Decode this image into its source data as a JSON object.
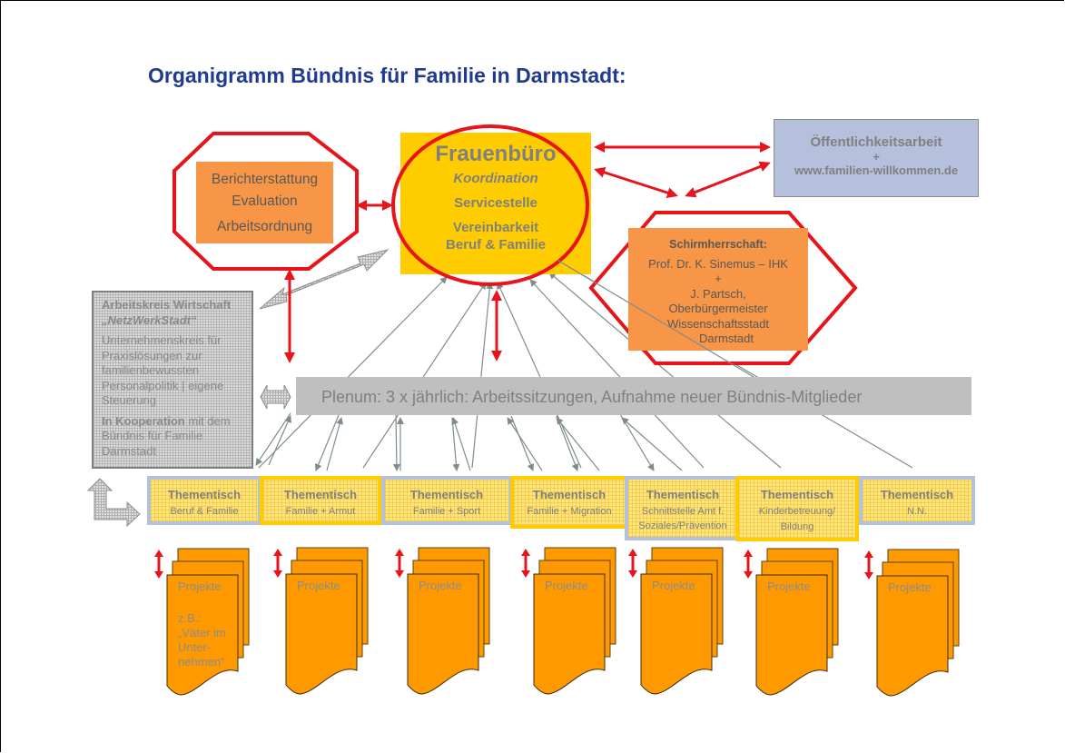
{
  "title": "Organigramm Bündnis für Familie in Darmstadt:",
  "colors": {
    "title": "#1f3a8f",
    "red_outline": "#e8141b",
    "frauenbuero_fill": "#ffcc00",
    "orange_box": "#f79646",
    "project_fill": "#ff9900",
    "public_box": "#b4c0dc",
    "plenum": "#bfbfbf",
    "grey_text": "#808080"
  },
  "berichterstattung": {
    "lines": [
      "Berichterstattung",
      "Evaluation",
      "Arbeitsordnung"
    ]
  },
  "frauenbuero": {
    "title": "Frauenbüro",
    "subtitle": "Koordination",
    "line1": "Servicestelle",
    "line2": "Vereinbarkeit",
    "line3": "Beruf & Familie"
  },
  "oeffentlichkeit": {
    "line1": "Öffentlichkeitsarbeit",
    "line2": "+",
    "line3": "www.familien-willkommen.de"
  },
  "schirmherrschaft": {
    "heading": "Schirmherrschaft:",
    "lines": [
      "Prof. Dr. K. Sinemus – IHK",
      "+",
      "J. Partsch,",
      "Oberbürgermeister",
      "Wissenschaftsstadt",
      "Darmstadt"
    ]
  },
  "arbeitskreis": {
    "heading": "Arbeitskreis Wirtschaft",
    "name": "„NetzWerkStadt“",
    "description": "Unternehmenskreis für Praxislösungen zur familienbewussten Personalpolitik | eigene Steuerung",
    "coop_bold": "In Kooperation",
    "coop_rest": " mit dem Bündnis für Familie Darmstadt"
  },
  "plenum": {
    "text": "Plenum: 3 x jährlich: Arbeitssitzungen, Aufnahme neuer Bündnis-Mitglieder"
  },
  "thementische": [
    {
      "title": "Thementisch",
      "lines": [
        "Beruf  & Familie"
      ]
    },
    {
      "title": "Thementisch",
      "lines": [
        "Familie + Armut"
      ]
    },
    {
      "title": "Thementisch",
      "lines": [
        "Familie + Sport"
      ]
    },
    {
      "title": "Thementisch",
      "lines": [
        "Familie + Migration"
      ]
    },
    {
      "title": "Thementisch",
      "lines": [
        "Schnittstelle Amt f.",
        "Soziales/Prävention"
      ]
    },
    {
      "title": "Thementisch",
      "lines": [
        "Kinderbetreuung/",
        "Bildung"
      ]
    },
    {
      "title": "Thementisch",
      "lines": [
        "N.N."
      ]
    }
  ],
  "projekte": [
    {
      "label": "Projekte",
      "example": [
        "z.B.:",
        "„Väter im",
        "Unter-",
        "nehmen“"
      ]
    },
    {
      "label": "Projekte"
    },
    {
      "label": "Projekte"
    },
    {
      "label": "Projekte"
    },
    {
      "label": "Projekte"
    },
    {
      "label": "Projekte"
    },
    {
      "label": "Projekte"
    }
  ]
}
